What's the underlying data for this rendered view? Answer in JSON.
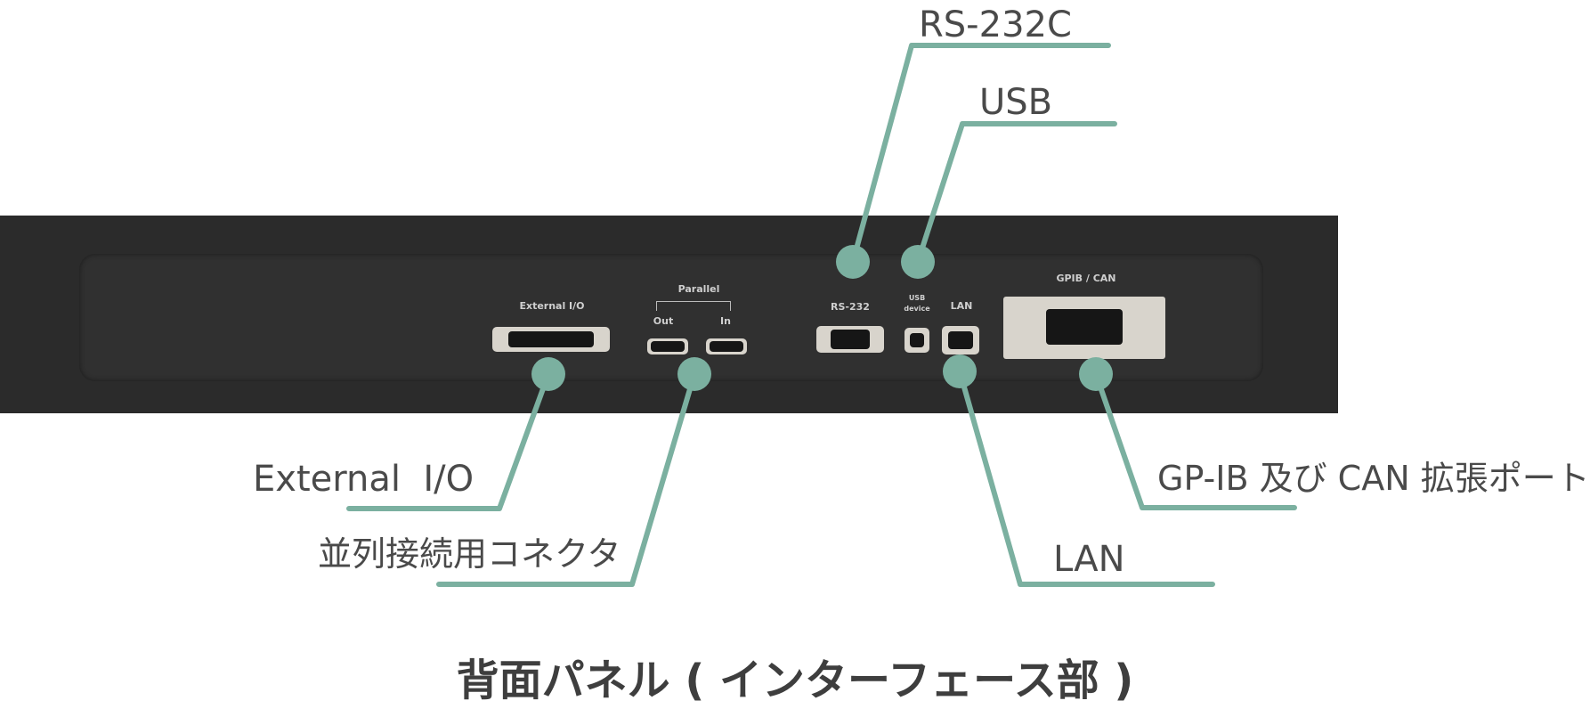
{
  "panel_labels": {
    "external_io": "External I/O",
    "parallel": "Parallel",
    "out": "Out",
    "in": "In",
    "rs232": "RS-232",
    "usb_1": "USB",
    "usb_2": "device",
    "lan": "LAN",
    "gpib_can": "GPIB / CAN"
  },
  "callouts": {
    "rs232c": "RS-232C",
    "usb": "USB",
    "external_io": "External  I/O",
    "parallel": "並列接続用コネクタ",
    "lan": "LAN",
    "gpib_can": "GP-IB 及び CAN 拡張ポート"
  },
  "title": "背面パネル ( インターフェース部 )",
  "colors": {
    "accent": "#7bb0a0",
    "panel": "#2b2b2b",
    "text": "#4a4a4a"
  }
}
